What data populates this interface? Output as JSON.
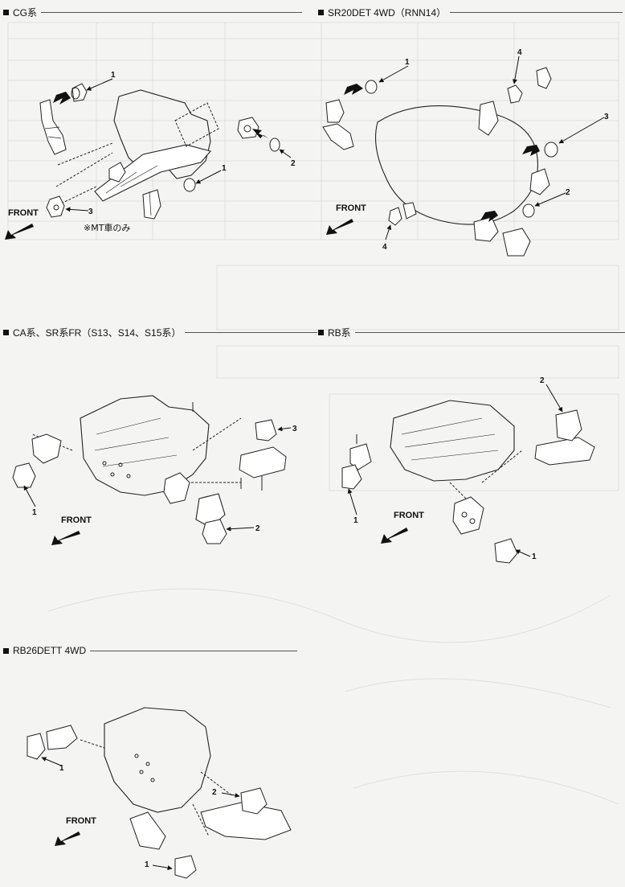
{
  "sections": [
    {
      "id": "cg",
      "title": "CG系"
    },
    {
      "id": "sr20det",
      "title": "SR20DET 4WD（RNN14）"
    },
    {
      "id": "ca-sr",
      "title": "CA系、SR系FR（S13、S14、S15系）"
    },
    {
      "id": "rb",
      "title": "RB系"
    },
    {
      "id": "rb26",
      "title": "RB26DETT 4WD"
    }
  ],
  "labels": {
    "front": "FRONT",
    "mt_note": "※MT車のみ",
    "n1": "1",
    "n2": "2",
    "n3": "3",
    "n4": "4"
  },
  "colors": {
    "ink": "#111111",
    "paper": "#f4f4f2"
  }
}
